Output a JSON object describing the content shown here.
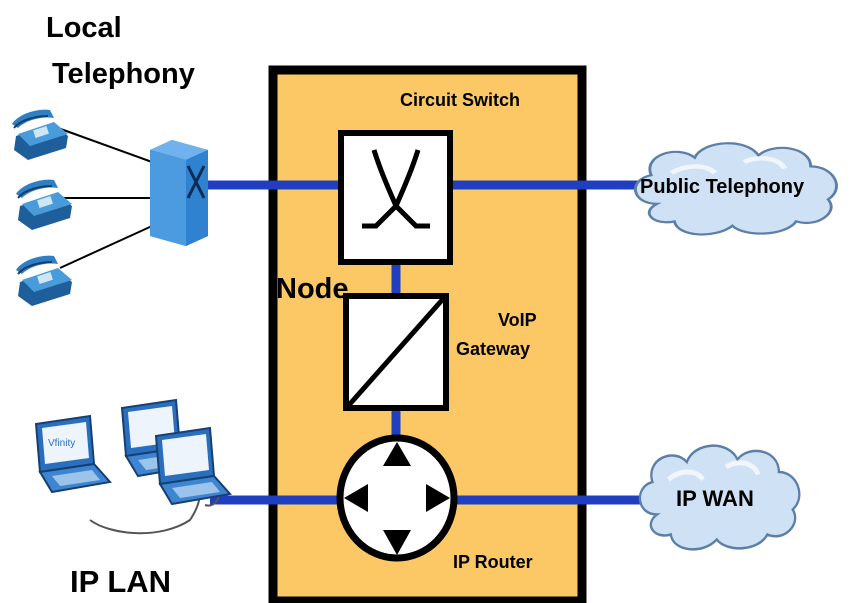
{
  "labels": {
    "local_telephony_line1": "Local",
    "local_telephony_line2": "Telephony",
    "circuit_switch": "Circuit Switch",
    "node": "Node",
    "voip_line1": "VoIP",
    "voip_line2": "Gateway",
    "ip_router": "IP Router",
    "public_telephony": "Public Telephony",
    "ip_wan": "IP WAN",
    "ip_lan": "IP LAN",
    "laptop_screen_text": "Vfinity"
  },
  "colors": {
    "node_fill": "#fbc865",
    "link": "#1f3fc0",
    "phone": "#2f7fc4",
    "pbx": "#2f82d0",
    "cloud": "#cfe1f5",
    "laptop": "#2a6fbe"
  },
  "icons": [
    "phone-icon",
    "pbx-server-icon",
    "cloud-icon",
    "laptop-icon",
    "circuit-switch-icon",
    "voip-gateway-icon",
    "ip-router-icon"
  ]
}
